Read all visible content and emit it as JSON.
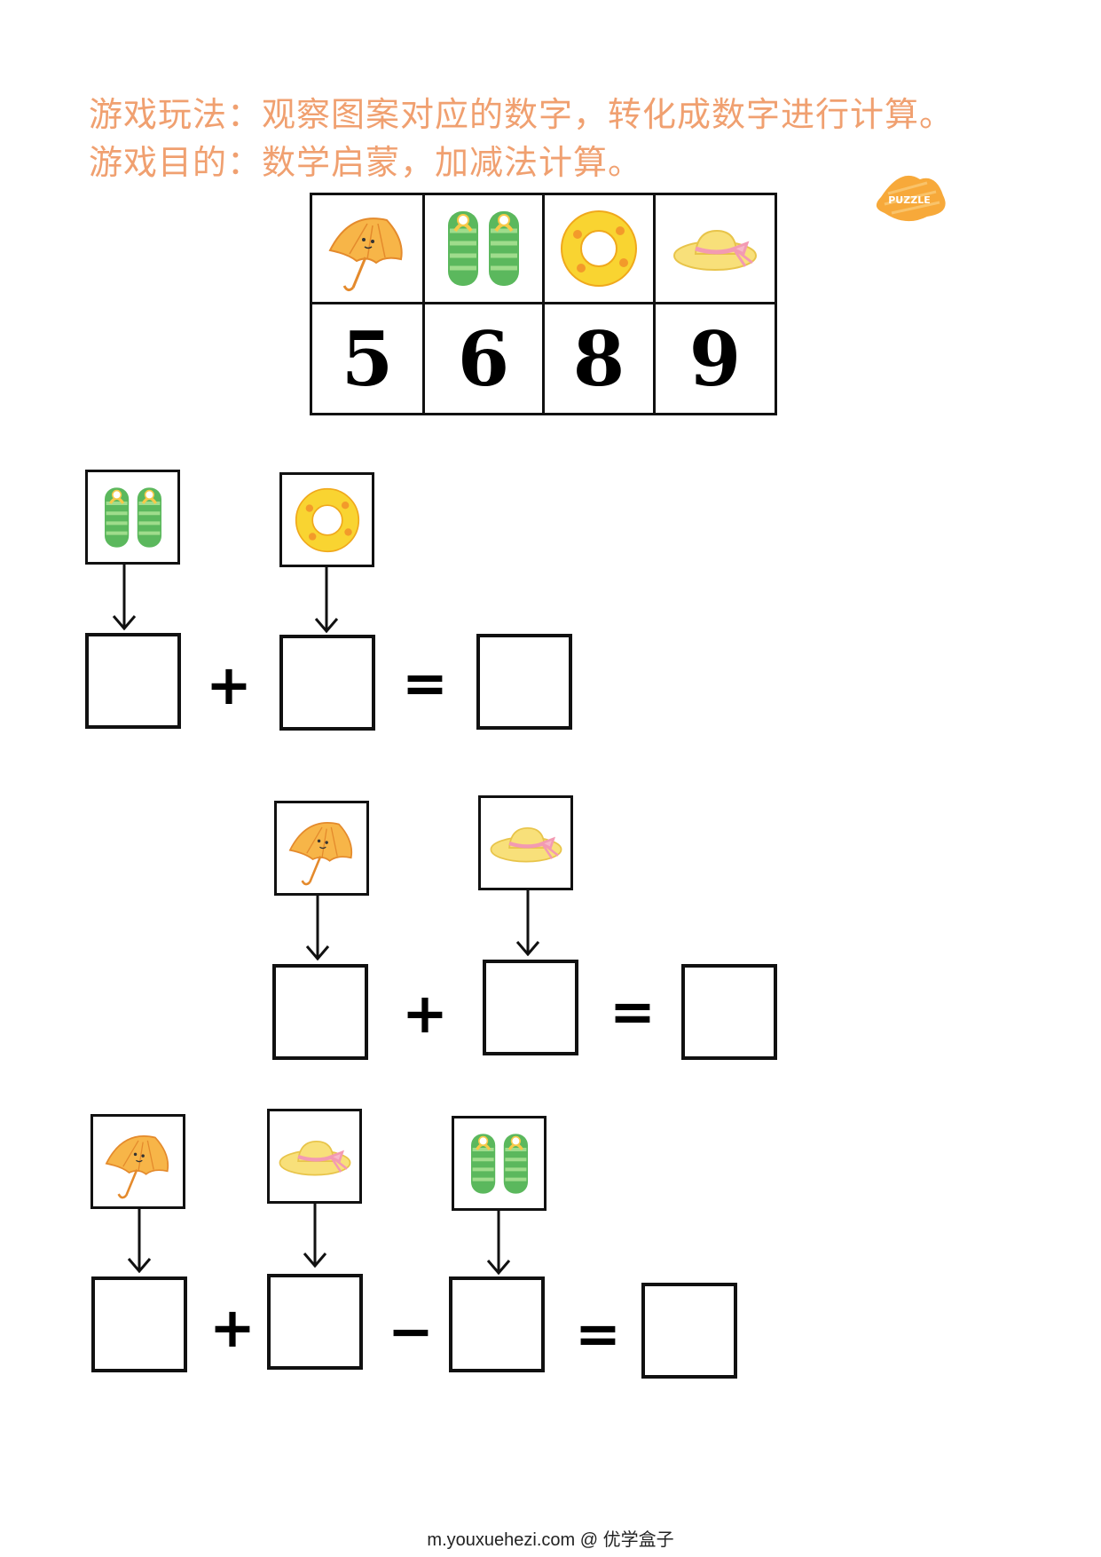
{
  "instructions": {
    "line1": "游戏玩法：观察图案对应的数字，转化成数字进行计算。",
    "line2": "游戏目的：数学启蒙，加减法计算。"
  },
  "stamp_text": "PUZZLE",
  "legend": [
    {
      "icon": "umbrella-icon",
      "value": "5"
    },
    {
      "icon": "flip-flops-icon",
      "value": "6"
    },
    {
      "icon": "swim-ring-icon",
      "value": "8"
    },
    {
      "icon": "sun-hat-icon",
      "value": "9"
    }
  ],
  "problems": [
    {
      "icons": [
        "flip-flops-icon",
        "swim-ring-icon"
      ],
      "operators": [
        "+",
        "="
      ]
    },
    {
      "icons": [
        "umbrella-icon",
        "sun-hat-icon"
      ],
      "operators": [
        "+",
        "="
      ]
    },
    {
      "icons": [
        "umbrella-icon",
        "sun-hat-icon",
        "flip-flops-icon"
      ],
      "operators": [
        "+",
        "−",
        "="
      ]
    }
  ],
  "footer": "m.youxuehezi.com @ 优学盒子",
  "colors": {
    "instruction_text": "#f0a070",
    "umbrella": "#f7b548",
    "flip_flops": "#5bb85d",
    "swim_ring": "#f9d431",
    "hat": "#f8e07a",
    "ribbon": "#f39ab2"
  }
}
